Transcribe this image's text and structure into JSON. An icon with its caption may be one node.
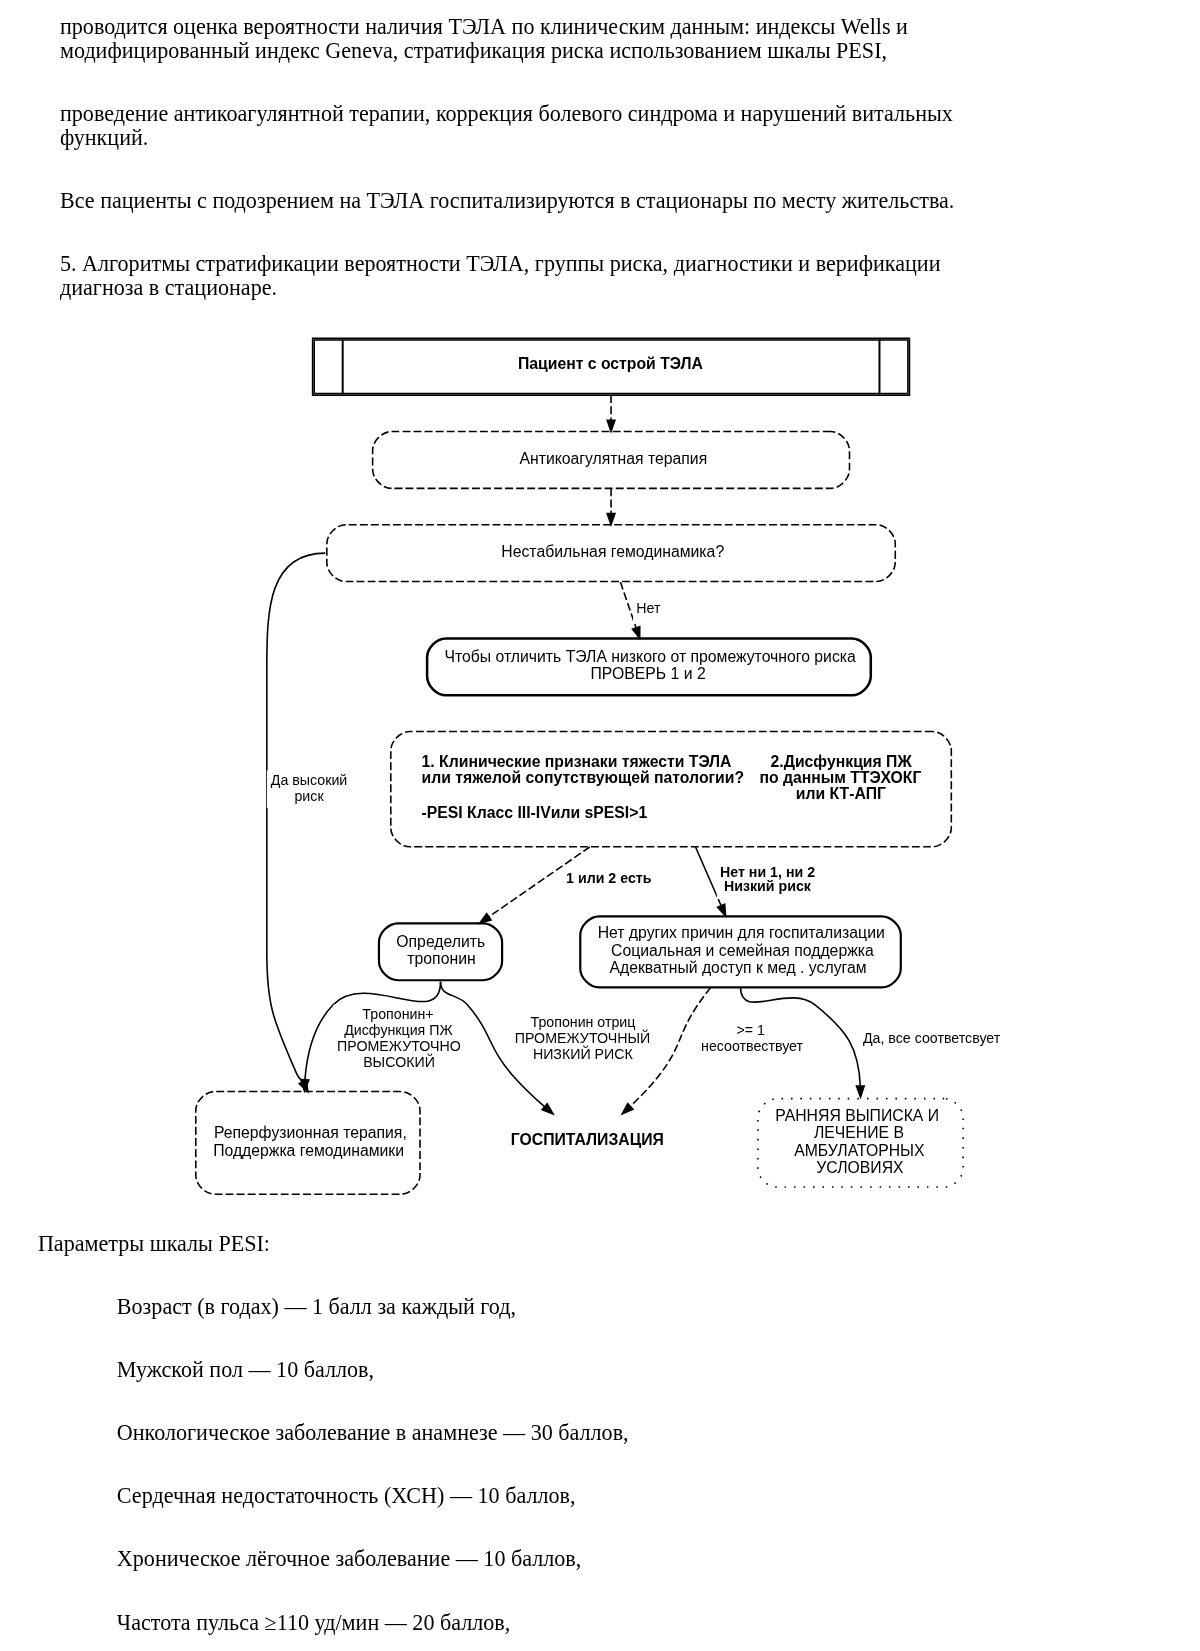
{
  "diagram": {
    "nodes": [
      {
        "text": [
          "Пациент с острой ТЭЛА"
        ]
      },
      {
        "text": [
          "Антикоагулятная терапия"
        ]
      },
      {
        "text": [
          "Нестабильная гемодинамика?"
        ]
      },
      {
        "text": [
          "Чтобы отличить ТЭЛА низкого от промежуточного риска",
          "ПРОВЕРЬ 1 и 2"
        ]
      },
      {
        "text": [
          "1. Клинические признаки тяжести ТЭЛА или тяжелой сопутствующей патологии?",
          "-PESI Класс III-IVили sPESI>1",
          "2.Дисфункция ПЖ по данным ТТЭХОКГ или КТ-АПГ"
        ]
      },
      {
        "text": [
          "Определить тропонин"
        ]
      },
      {
        "text": [
          "Нет других причин для госпитализации",
          "Социальная и семейная поддержка",
          "Адекватный доступ к мед . услугам"
        ]
      },
      {
        "text": [
          "Реперфузионная терапия, Поддержка гемодинамики"
        ]
      },
      {
        "text": [
          "ГОСПИТАЛИЗАЦИЯ"
        ]
      },
      {
        "text": [
          "РАННЯЯ ВЫПИСКА И ЛЕЧЕНИЕ В АМБУЛАТОРНЫХ УСЛОВИЯХ"
        ]
      }
    ],
    "edges": [
      {
        "from": 0,
        "to": 1,
        "arrow": "to",
        "style": "dashed"
      },
      {
        "from": 1,
        "to": 2,
        "arrow": "to",
        "style": "dashed"
      },
      {
        "from": 2,
        "to": 3,
        "arrow": "to",
        "label": "Нет",
        "style": "dashed"
      },
      {
        "from": 2,
        "to": 7,
        "arrow": "to",
        "label": "Да высокий риск"
      },
      {
        "from": 4,
        "to": 5,
        "arrow": "to",
        "label": "1 или 2 есть",
        "style": "dashed"
      },
      {
        "from": 4,
        "to": 6,
        "arrow": "to",
        "label": "Нет ни 1, ни 2 Низкий риск"
      },
      {
        "from": 5,
        "to": 7,
        "arrow": "to",
        "label": "Тропонин+ Дисфункция ПЖ ПРОМЕЖУТОЧНО ВЫСОКИЙ"
      },
      {
        "from": 5,
        "to": 8,
        "arrow": "to",
        "label": "Тропонин отриц ПРОМЕЖУТОЧНЫЙ НИЗКИЙ РИСК"
      },
      {
        "from": 6,
        "to": 8,
        "arrow": "to",
        "label": ">= 1 несоотвествует",
        "style": "dashed"
      },
      {
        "from": 6,
        "to": 9,
        "arrow": "to",
        "label": "Да, все соответсвует"
      }
    ],
    "labels": [
      "проводится оценка вероятности наличия ТЭЛА по клиническим данным: индексы Wells и модифицированный индекс Geneva, стратификация риска использованием шкалы PESI,",
      "проведение антикоагулянтной терапии, коррекция болевого синдрома и нарушений витальных функций.",
      "Все пациенты с подозрением на ТЭЛА госпитализируются в стационары по месту жительства.",
      "5. Алгоритмы стратификации вероятности ТЭЛА, группы риска, диагностики и верификации диагноза в стационаре.",
      "Параметры шкалы PESI:",
      "Возраст (в годах) — 1 балл за каждый год,",
      "Мужской пол — 10 баллов,",
      "Онкологическое заболевание в анамнезе — 30 баллов,",
      "Сердечная недостаточность (ХСН) — 10 баллов,",
      "Хроническое лёгочное заболевание — 10 баллов,",
      "Частота пульса ≥110 уд/мин — 20 баллов,"
    ]
  }
}
